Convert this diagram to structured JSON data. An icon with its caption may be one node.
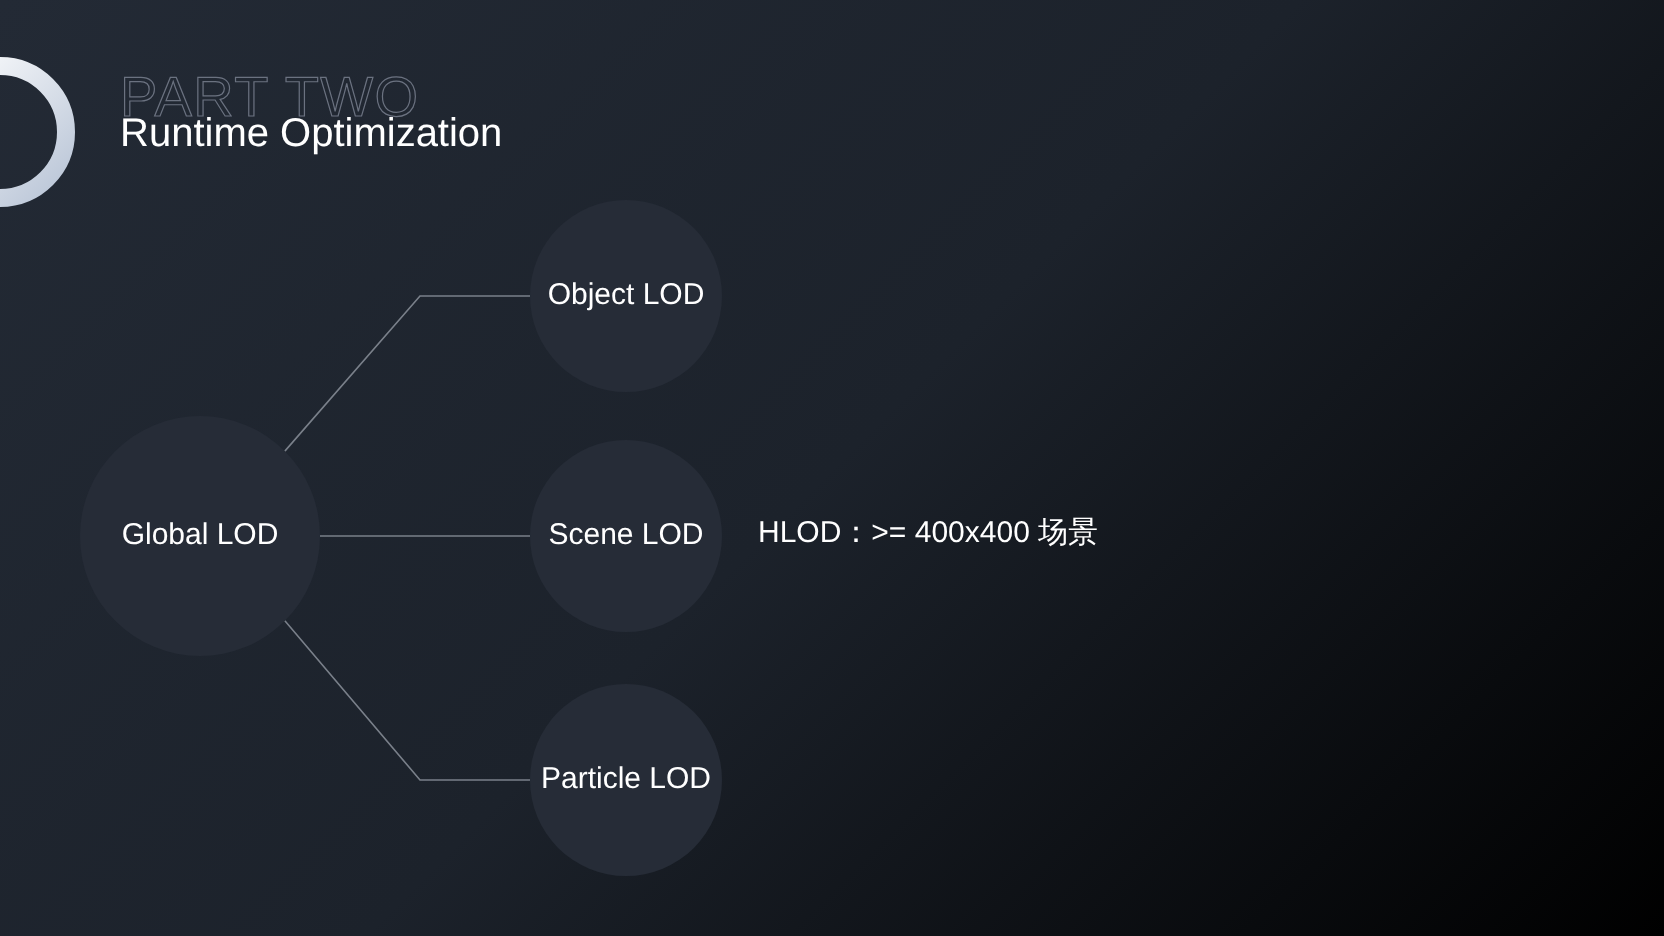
{
  "diagram": {
    "title": "Runtime Optimization",
    "nodes": [
      {
        "text": [
          "Global LOD"
        ]
      },
      {
        "text": [
          "Object LOD"
        ]
      },
      {
        "text": [
          "Scene LOD"
        ],
        "beside": [
          "HLOD：>= 400x400 场景"
        ]
      },
      {
        "text": [
          "Particle LOD"
        ]
      }
    ],
    "edges": [
      {
        "from": 0,
        "to": 1,
        "arrow": "none"
      },
      {
        "from": 0,
        "to": 2,
        "arrow": "none"
      },
      {
        "from": 0,
        "to": 3,
        "arrow": "none"
      }
    ],
    "labels": [
      "PART TWO"
    ]
  }
}
